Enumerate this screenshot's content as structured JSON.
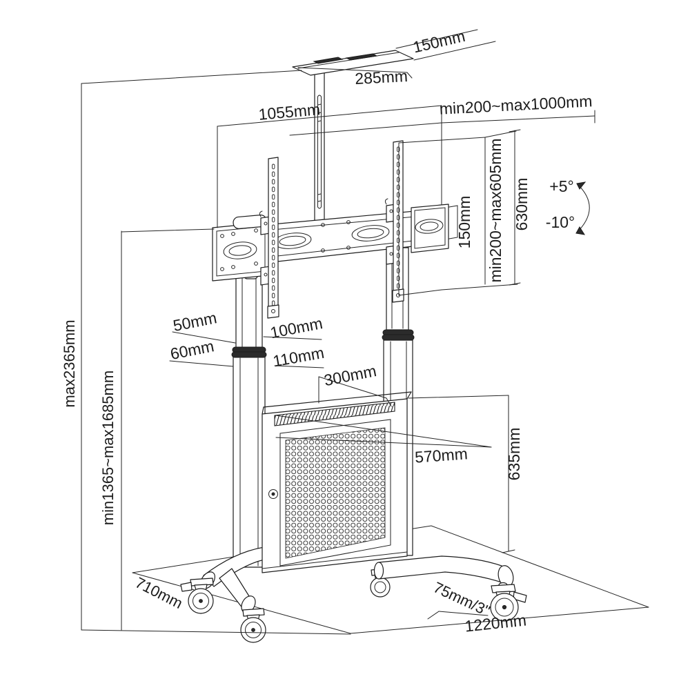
{
  "diagram": {
    "background": "#ffffff",
    "line_color": "#1c1c1c",
    "labels": {
      "shelf_depth": "150mm",
      "shelf_width": "285mm",
      "rail_width": "1055mm",
      "tv_width_range": "min200~max1000mm",
      "bracket_height": "630mm",
      "tv_height_range": "min200~max605mm",
      "rail_face_height": "150mm",
      "tilt_up": "+5°",
      "tilt_down": "-10°",
      "overall_max_height": "max2365mm",
      "screen_height_range": "min1365~max1685mm",
      "upper_column_depth": "50mm",
      "upper_column_width": "100mm",
      "lower_column_depth": "60mm",
      "lower_column_width": "110mm",
      "cabinet_depth": "300mm",
      "cabinet_width": "570mm",
      "cabinet_height": "635mm",
      "base_depth": "710mm",
      "caster_diameter": "75mm/3\"",
      "base_width": "1220mm"
    }
  }
}
